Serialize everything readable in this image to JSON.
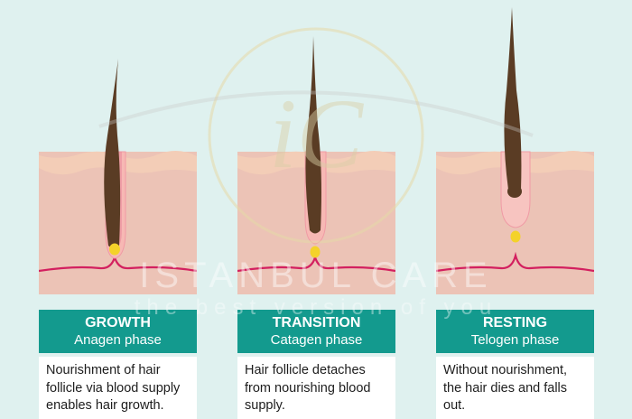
{
  "colors": {
    "background": "#dff1ef",
    "skin_top": "#f1c6b1",
    "skin": "#ecc3b6",
    "follicle": "#f7b8b4",
    "hair": "#5a3c24",
    "papilla": "#f4d22a",
    "vessel": "#d3205f",
    "label_bg": "#139a8e"
  },
  "watermark": {
    "line1": "ISTANBUL CARE",
    "line2": "the best version of you",
    "monogram": "iC"
  },
  "phases": [
    {
      "title": "GROWTH",
      "subtitle": "Anagen phase",
      "description": "Nourishment of hair follicle via blood supply enables hair growth."
    },
    {
      "title": "TRANSITION",
      "subtitle": "Catagen phase",
      "description": "Hair follicle detaches from nourishing blood supply."
    },
    {
      "title": "RESTING",
      "subtitle": "Telogen phase",
      "description": "Without nourishment, the hair dies and falls out."
    }
  ]
}
